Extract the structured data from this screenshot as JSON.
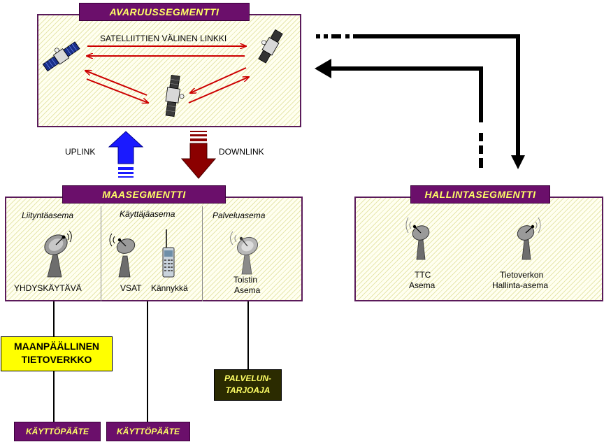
{
  "space_segment": {
    "title": "AVARUUSSEGMENTTI",
    "link_label": "SATELLIITTIEN VÄLINEN LINKKI"
  },
  "links": {
    "uplink": "UPLINK",
    "downlink": "DOWNLINK"
  },
  "ground_segment": {
    "title": "MAASEGMENTTI",
    "stations": [
      {
        "heading": "Liityntäasema",
        "labels": [
          "YHDYSKÄYTÄVÄ"
        ]
      },
      {
        "heading": "Käyttäjäasema",
        "labels": [
          "VSAT",
          "Kännykkä"
        ]
      },
      {
        "heading": "Palveluasema",
        "labels": [
          "Toistin",
          "Asema"
        ]
      }
    ]
  },
  "control_segment": {
    "title": "HALLINTASEGMENTTI",
    "stations": [
      {
        "line1": "TTC",
        "line2": "Asema"
      },
      {
        "line1": "Tietoverkon",
        "line2": "Hallinta-asema"
      }
    ]
  },
  "terrestrial_network": {
    "line1": "MAANPÄÄLLINEN",
    "line2": "TIETOVERKKO"
  },
  "service_provider": {
    "line1": "PALVELUN-",
    "line2": "TARJOAJA"
  },
  "terminals": [
    "KÄYTTÖPÄÄTE",
    "KÄYTTÖPÄÄTE"
  ],
  "colors": {
    "segment_title_bg": "#6b0f6b",
    "segment_title_text": "#ffff66",
    "uplink_arrow": "#1a1aff",
    "downlink_arrow": "#8b0000",
    "link_arrow": "#cc0000",
    "network_box": "#ffff00",
    "provider_box": "#2b2b00"
  },
  "icons": [
    "satellite-icon",
    "dish-antenna-icon",
    "mobile-phone-icon"
  ]
}
